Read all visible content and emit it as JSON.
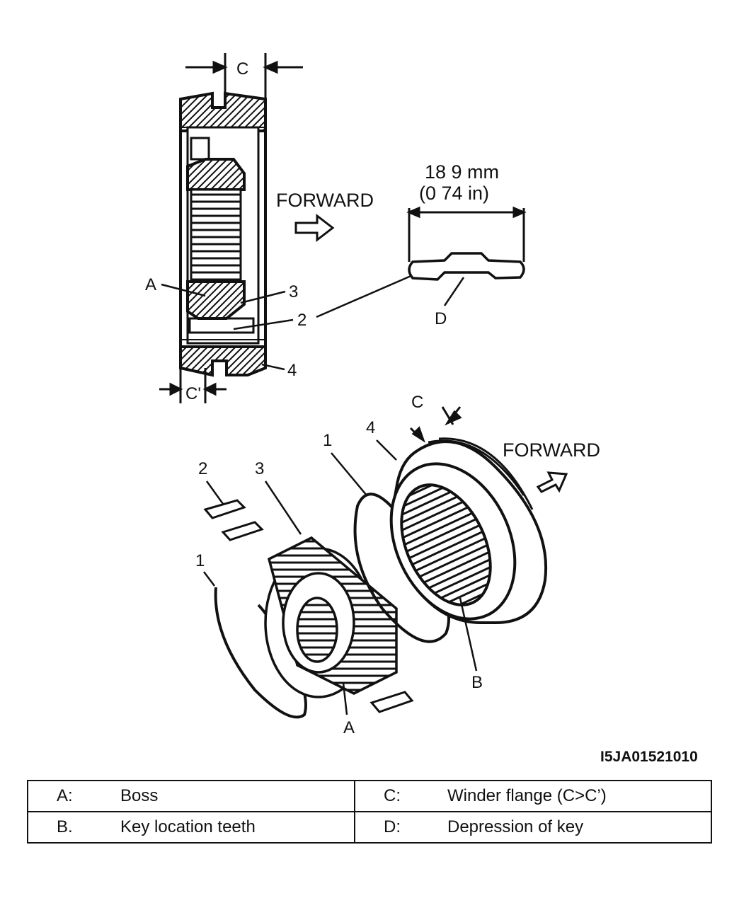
{
  "figure": {
    "dimension_label": "C",
    "dimension_label_prime": "C'",
    "dimension_label_bottom": "C",
    "forward_top": "FORWARD",
    "forward_bottom": "FORWARD",
    "key_length_mm": "18 9 mm",
    "key_length_in": "(0 74 in)",
    "labels": {
      "A_top": "A",
      "three_top": "3",
      "two_top": "2",
      "four_top": "4",
      "D": "D",
      "two_bottom": "2",
      "three_bottom": "3",
      "one_left": "1",
      "one_right": "1",
      "four_bottom": "4",
      "A_bottom": "A",
      "B": "B"
    },
    "figure_code": "I5JA01521010"
  },
  "legend": {
    "rows": [
      [
        {
          "key": "A:",
          "text": "Boss"
        },
        {
          "key": "C:",
          "text": "Winder flange (C>C’)"
        }
      ],
      [
        {
          "key": "B.",
          "text": "Key location teeth"
        },
        {
          "key": "D:",
          "text": "Depression of key"
        }
      ]
    ]
  }
}
